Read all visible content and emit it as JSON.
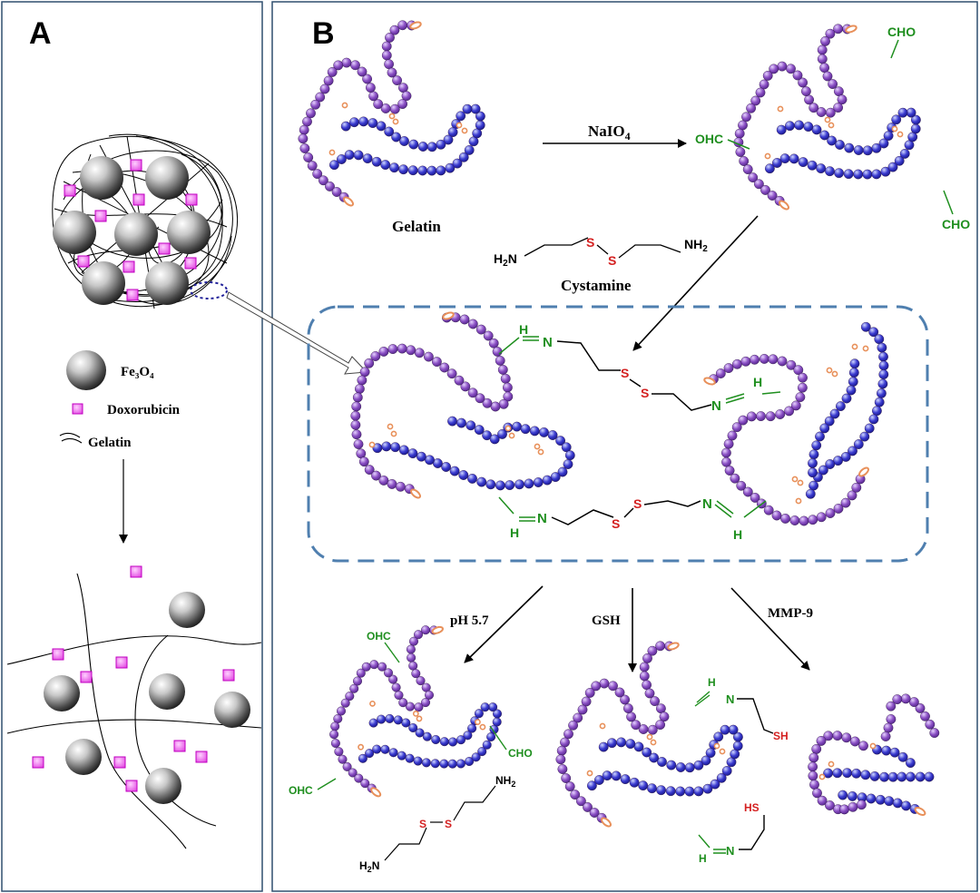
{
  "panels": {
    "a": {
      "label": "A"
    },
    "b": {
      "label": "B"
    }
  },
  "legend": {
    "fe3o4": "Fe₃O₄",
    "doxorubicin": "Doxorubicin",
    "gelatin": "Gelatin"
  },
  "reaction": {
    "gelatin_label": "Gelatin",
    "oxidant": "NaIO₄",
    "crosslinker": "Cystamine",
    "cho": "CHO",
    "ohc": "OHC",
    "h2n": "H₂N",
    "nh2": "NH₂",
    "s": "S",
    "n": "N",
    "h": "H",
    "sh": "SH",
    "hs": "HS"
  },
  "triggers": {
    "ph": "pH 5.7",
    "gsh": "GSH",
    "mmp": "MMP-9"
  },
  "colors": {
    "purple": "#7a3fb0",
    "blue": "#2a2ab8",
    "green": "#1f8f1f",
    "red": "#d42020",
    "orange": "#e8905a",
    "dox": "#e040e0",
    "dashed_frame": "#4f7faf",
    "panel_border": "#2f4f6f"
  }
}
